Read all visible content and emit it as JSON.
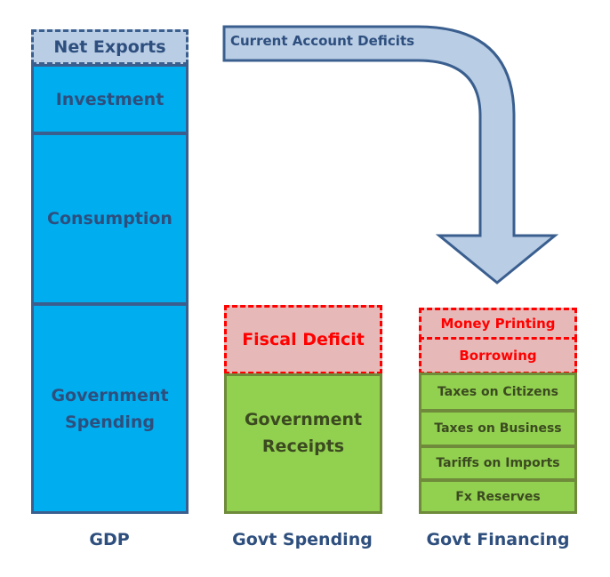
{
  "colors": {
    "gdp": "#00aeef",
    "outline": "#3a5f8f",
    "net_exports": "#b9cde5",
    "receipts": "#92d050",
    "deficit": "#e6b9b8",
    "deficit_text": "#ff0000"
  },
  "arrow": {
    "label": "Current Account Deficits"
  },
  "gdp": {
    "net_exports": "Net Exports",
    "investment": "Investment",
    "consumption": "Consumption",
    "government_spending": "Government Spending"
  },
  "govt_spending": {
    "fiscal_deficit": "Fiscal Deficit",
    "government_receipts": "Government Receipts"
  },
  "govt_financing": {
    "money_printing": "Money Printing",
    "borrowing": "Borrowing",
    "taxes_citizens": "Taxes on Citizens",
    "taxes_business": "Taxes on Business",
    "tariffs": "Tariffs on Imports",
    "fx_reserves": "Fx Reserves"
  },
  "labels": {
    "gdp": "GDP",
    "govt_spending": "Govt Spending",
    "govt_financing": "Govt Financing"
  }
}
